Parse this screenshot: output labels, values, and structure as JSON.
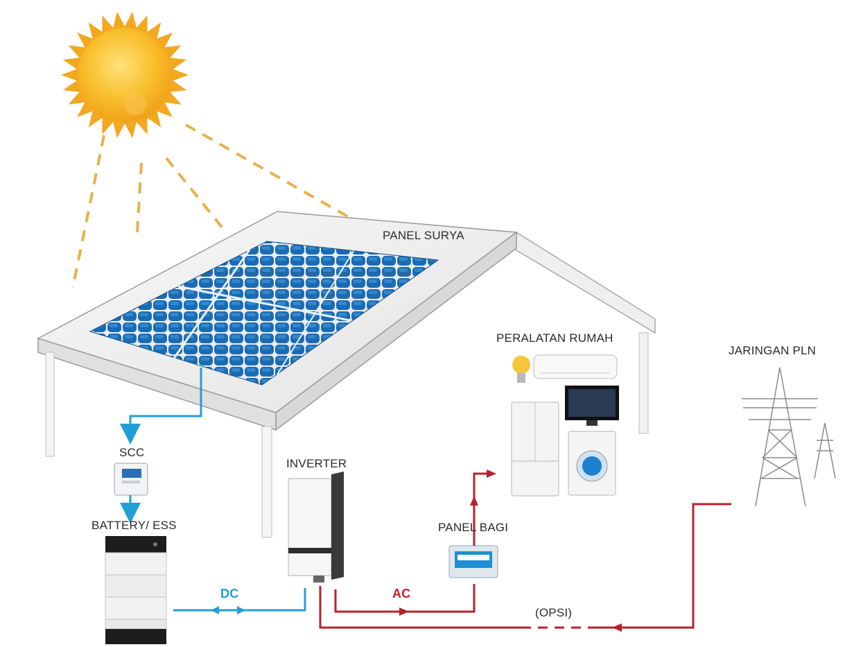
{
  "labels": {
    "panel_surya": "PANEL SURYA",
    "peralatan_rumah": "PERALATAN RUMAH",
    "jaringan_pln": "JARINGAN PLN",
    "scc": "SCC",
    "inverter": "INVERTER",
    "battery": "BATTERY/ ESS",
    "panel_bagi": "PANEL BAGI",
    "dc": "DC",
    "ac": "AC",
    "opsi": "(OPSI)"
  },
  "colors": {
    "dc_line": "#1f9fd6",
    "ac_line": "#b5222c",
    "sun": "#f7b522",
    "sun_rays": "#e8b64a",
    "solar_cell": "#1d6fb8",
    "roof": "#f0f0f0"
  },
  "icons": {
    "sun": "sun-icon",
    "solar_panel": "solar-panel-icon",
    "house": "house-roof-icon",
    "scc": "charge-controller-icon",
    "battery": "battery-stack-icon",
    "inverter": "inverter-icon",
    "panel_bagi": "distribution-panel-icon",
    "lamp": "light-bulb-icon",
    "ac_unit": "air-conditioner-icon",
    "tv": "television-icon",
    "fridge": "refrigerator-icon",
    "washer": "washing-machine-icon",
    "tower": "transmission-tower-icon"
  }
}
